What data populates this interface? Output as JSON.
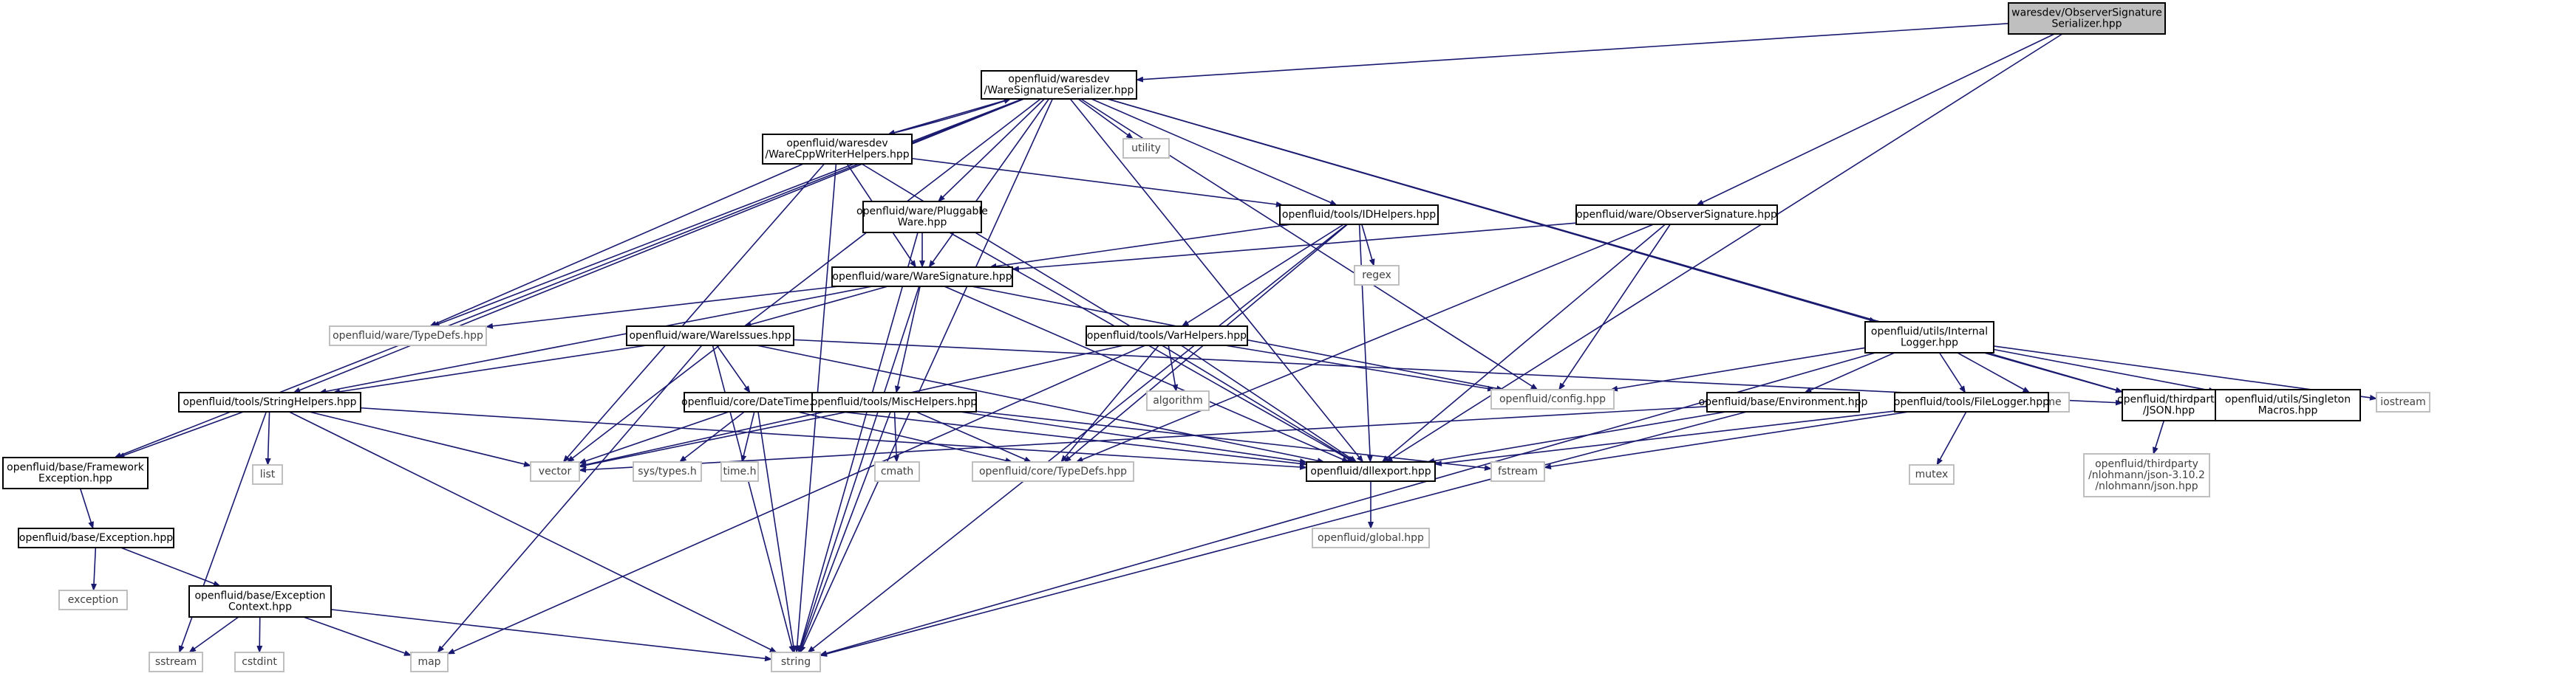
{
  "diagram": {
    "title": "",
    "edge_color": "#191970",
    "nodes": [
      {
        "id": "root",
        "kind": "root",
        "lines": [
          "waresdev/ObserverSignature",
          "Serializer.hpp"
        ]
      },
      {
        "id": "wss",
        "kind": "box",
        "lines": [
          "openfluid/waresdev",
          "/WareSignatureSerializer.hpp"
        ]
      },
      {
        "id": "wcw",
        "kind": "box",
        "lines": [
          "openfluid/waresdev",
          "/WareCppWriterHelpers.hpp"
        ]
      },
      {
        "id": "utility",
        "kind": "ext",
        "lines": [
          "utility"
        ]
      },
      {
        "id": "pw",
        "kind": "box",
        "lines": [
          "openfluid/ware/Pluggable",
          "Ware.hpp"
        ]
      },
      {
        "id": "idh",
        "kind": "box",
        "lines": [
          "openfluid/tools/IDHelpers.hpp"
        ]
      },
      {
        "id": "obs",
        "kind": "box",
        "lines": [
          "openfluid/ware/ObserverSignature.hpp"
        ]
      },
      {
        "id": "regex",
        "kind": "ext",
        "lines": [
          "regex"
        ]
      },
      {
        "id": "ws",
        "kind": "box",
        "lines": [
          "openfluid/ware/WareSignature.hpp"
        ]
      },
      {
        "id": "typedefs_ware",
        "kind": "ext",
        "lines": [
          "openfluid/ware/TypeDefs.hpp"
        ]
      },
      {
        "id": "wi",
        "kind": "box",
        "lines": [
          "openfluid/ware/WareIssues.hpp"
        ]
      },
      {
        "id": "varh",
        "kind": "box",
        "lines": [
          "openfluid/tools/VarHelpers.hpp"
        ]
      },
      {
        "id": "il",
        "kind": "box",
        "lines": [
          "openfluid/utils/Internal",
          "Logger.hpp"
        ]
      },
      {
        "id": "algorithm",
        "kind": "ext",
        "lines": [
          "algorithm"
        ]
      },
      {
        "id": "config",
        "kind": "ext",
        "lines": [
          "openfluid/config.hpp"
        ]
      },
      {
        "id": "ctime",
        "kind": "ext",
        "lines": [
          "ctime"
        ]
      },
      {
        "id": "json",
        "kind": "box",
        "lines": [
          "openfluid/thirdparty",
          "/JSON.hpp"
        ]
      },
      {
        "id": "singleton",
        "kind": "box",
        "lines": [
          "openfluid/utils/Singleton",
          "Macros.hpp"
        ]
      },
      {
        "id": "iostream",
        "kind": "ext",
        "lines": [
          "iostream"
        ]
      },
      {
        "id": "sh",
        "kind": "box",
        "lines": [
          "openfluid/tools/StringHelpers.hpp"
        ]
      },
      {
        "id": "dt",
        "kind": "box",
        "lines": [
          "openfluid/core/DateTime.hpp"
        ]
      },
      {
        "id": "mh",
        "kind": "box",
        "lines": [
          "openfluid/tools/MiscHelpers.hpp"
        ]
      },
      {
        "id": "env",
        "kind": "box",
        "lines": [
          "openfluid/base/Environment.hpp"
        ]
      },
      {
        "id": "fl",
        "kind": "box",
        "lines": [
          "openfluid/tools/FileLogger.hpp"
        ]
      },
      {
        "id": "nlohmann",
        "kind": "ext",
        "lines": [
          "openfluid/thirdparty",
          "/nlohmann/json-3.10.2",
          "/nlohmann/json.hpp"
        ]
      },
      {
        "id": "list",
        "kind": "ext",
        "lines": [
          "list"
        ]
      },
      {
        "id": "vector",
        "kind": "ext",
        "lines": [
          "vector"
        ]
      },
      {
        "id": "systypes",
        "kind": "ext",
        "lines": [
          "sys/types.h"
        ]
      },
      {
        "id": "timeh",
        "kind": "ext",
        "lines": [
          "time.h"
        ]
      },
      {
        "id": "cmath",
        "kind": "ext",
        "lines": [
          "cmath"
        ]
      },
      {
        "id": "typedefs_core",
        "kind": "ext",
        "lines": [
          "openfluid/core/TypeDefs.hpp"
        ]
      },
      {
        "id": "dllexport",
        "kind": "box",
        "lines": [
          "openfluid/dllexport.hpp"
        ]
      },
      {
        "id": "fstream",
        "kind": "ext",
        "lines": [
          "fstream"
        ]
      },
      {
        "id": "mutex",
        "kind": "ext",
        "lines": [
          "mutex"
        ]
      },
      {
        "id": "fe",
        "kind": "box",
        "lines": [
          "openfluid/base/Framework",
          "Exception.hpp"
        ]
      },
      {
        "id": "global",
        "kind": "ext",
        "lines": [
          "openfluid/global.hpp"
        ]
      },
      {
        "id": "exc",
        "kind": "box",
        "lines": [
          "openfluid/base/Exception.hpp"
        ]
      },
      {
        "id": "exception",
        "kind": "ext",
        "lines": [
          "exception"
        ]
      },
      {
        "id": "ec",
        "kind": "box",
        "lines": [
          "openfluid/base/Exception",
          "Context.hpp"
        ]
      },
      {
        "id": "sstream",
        "kind": "ext",
        "lines": [
          "sstream"
        ]
      },
      {
        "id": "cstdint",
        "kind": "ext",
        "lines": [
          "cstdint"
        ]
      },
      {
        "id": "map",
        "kind": "ext",
        "lines": [
          "map"
        ]
      },
      {
        "id": "string",
        "kind": "ext",
        "lines": [
          "string"
        ]
      }
    ],
    "edges": [
      [
        "root",
        "wss"
      ],
      [
        "root",
        "obs"
      ],
      [
        "root",
        "dllexport"
      ],
      [
        "wss",
        "wcw"
      ],
      [
        "wss",
        "utility"
      ],
      [
        "wss",
        "pw"
      ],
      [
        "wss",
        "idh"
      ],
      [
        "wss",
        "ws"
      ],
      [
        "wss",
        "typedefs_ware"
      ],
      [
        "wss",
        "il"
      ],
      [
        "wss",
        "config"
      ],
      [
        "wss",
        "json"
      ],
      [
        "wss",
        "sh"
      ],
      [
        "wss",
        "vector"
      ],
      [
        "wss",
        "dllexport"
      ],
      [
        "wss",
        "fe"
      ],
      [
        "wss",
        "string"
      ],
      [
        "wcw",
        "wss"
      ],
      [
        "wcw",
        "ws"
      ],
      [
        "wcw",
        "idh"
      ],
      [
        "wcw",
        "typedefs_ware"
      ],
      [
        "wcw",
        "vector"
      ],
      [
        "wcw",
        "dllexport"
      ],
      [
        "wcw",
        "string"
      ],
      [
        "pw",
        "ws"
      ],
      [
        "pw",
        "dllexport"
      ],
      [
        "pw",
        "string"
      ],
      [
        "idh",
        "ws"
      ],
      [
        "idh",
        "regex"
      ],
      [
        "idh",
        "varh"
      ],
      [
        "idh",
        "dllexport"
      ],
      [
        "idh",
        "typedefs_core"
      ],
      [
        "idh",
        "string"
      ],
      [
        "obs",
        "ws"
      ],
      [
        "obs",
        "config"
      ],
      [
        "obs",
        "dllexport"
      ],
      [
        "obs",
        "typedefs_core"
      ],
      [
        "ws",
        "typedefs_ware"
      ],
      [
        "ws",
        "wi"
      ],
      [
        "ws",
        "mh"
      ],
      [
        "ws",
        "sh"
      ],
      [
        "ws",
        "config"
      ],
      [
        "ws",
        "dllexport"
      ],
      [
        "ws",
        "string"
      ],
      [
        "wi",
        "sh"
      ],
      [
        "wi",
        "dt"
      ],
      [
        "wi",
        "json"
      ],
      [
        "wi",
        "dllexport"
      ],
      [
        "wi",
        "map"
      ],
      [
        "wi",
        "string"
      ],
      [
        "varh",
        "algorithm"
      ],
      [
        "varh",
        "config"
      ],
      [
        "varh",
        "typedefs_core"
      ],
      [
        "varh",
        "dllexport"
      ],
      [
        "varh",
        "vector"
      ],
      [
        "varh",
        "map"
      ],
      [
        "il",
        "config"
      ],
      [
        "il",
        "ctime"
      ],
      [
        "il",
        "env"
      ],
      [
        "il",
        "fl"
      ],
      [
        "il",
        "json"
      ],
      [
        "il",
        "singleton"
      ],
      [
        "il",
        "iostream"
      ],
      [
        "il",
        "string"
      ],
      [
        "json",
        "nlohmann"
      ],
      [
        "sh",
        "list"
      ],
      [
        "sh",
        "vector"
      ],
      [
        "sh",
        "fe"
      ],
      [
        "sh",
        "sstream"
      ],
      [
        "sh",
        "string"
      ],
      [
        "sh",
        "dllexport"
      ],
      [
        "dt",
        "systypes"
      ],
      [
        "dt",
        "timeh"
      ],
      [
        "dt",
        "vector"
      ],
      [
        "dt",
        "typedefs_core"
      ],
      [
        "dt",
        "dllexport"
      ],
      [
        "dt",
        "string"
      ],
      [
        "mh",
        "cmath"
      ],
      [
        "mh",
        "vector"
      ],
      [
        "mh",
        "typedefs_core"
      ],
      [
        "mh",
        "dllexport"
      ],
      [
        "mh",
        "fstream"
      ],
      [
        "mh",
        "string"
      ],
      [
        "env",
        "vector"
      ],
      [
        "env",
        "dllexport"
      ],
      [
        "env",
        "string"
      ],
      [
        "fl",
        "mutex"
      ],
      [
        "fl",
        "fstream"
      ],
      [
        "fl",
        "dllexport"
      ],
      [
        "dllexport",
        "global"
      ],
      [
        "fe",
        "exc"
      ],
      [
        "exc",
        "exception"
      ],
      [
        "exc",
        "ec"
      ],
      [
        "ec",
        "sstream"
      ],
      [
        "ec",
        "cstdint"
      ],
      [
        "ec",
        "map"
      ],
      [
        "ec",
        "string"
      ]
    ]
  }
}
